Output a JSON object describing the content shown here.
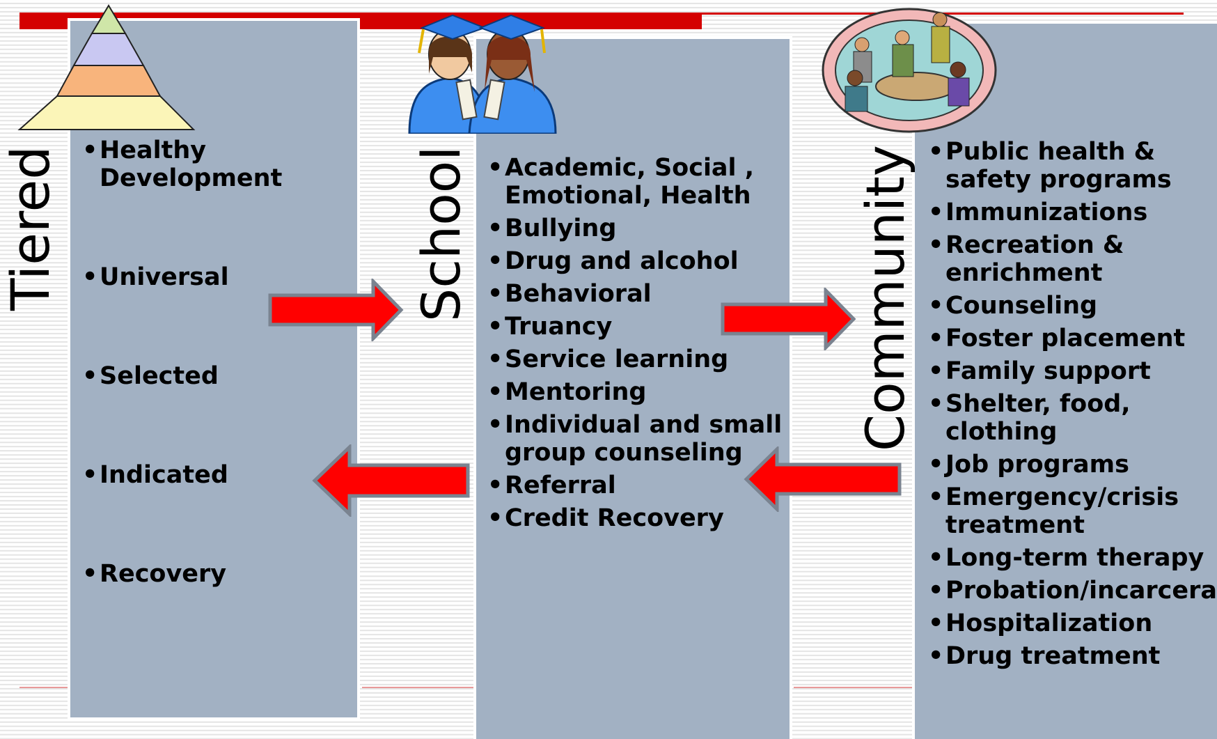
{
  "columns": {
    "tiered": {
      "title": "Tiered",
      "items": [
        "Healthy Development",
        "Universal",
        "Selected",
        "Indicated",
        "Recovery"
      ]
    },
    "school": {
      "title": "School",
      "items": [
        "Academic, Social , Emotional, Health",
        "Bullying",
        "Drug and alcohol",
        "Behavioral",
        "Truancy",
        "Service learning",
        "Mentoring",
        "Individual and small group counseling",
        "Referral",
        "Credit Recovery"
      ]
    },
    "community": {
      "title": "Community",
      "items": [
        "Public health & safety programs",
        "Immunizations",
        "Recreation & enrichment",
        "Counseling",
        "Foster placement",
        "Family support",
        "Shelter, food, clothing",
        "Job programs",
        "Emergency/crisis treatment",
        "Long-term therapy",
        "Probation/incarceration",
        "Hospitalization",
        "Drug treatment"
      ]
    }
  },
  "arrows": [
    {
      "from": "tiered",
      "to": "school",
      "direction": "right"
    },
    {
      "from": "school",
      "to": "community",
      "direction": "right"
    },
    {
      "from": "community",
      "to": "school",
      "direction": "left"
    },
    {
      "from": "school",
      "to": "tiered",
      "direction": "left"
    }
  ],
  "icons": [
    "pyramid-icon",
    "graduates-icon",
    "meeting-icon"
  ],
  "colors": {
    "panel": "#a2b1c3",
    "arrow": "#ff0000",
    "arrow_border": "#7a8390",
    "accent_bar": "#d40000"
  }
}
